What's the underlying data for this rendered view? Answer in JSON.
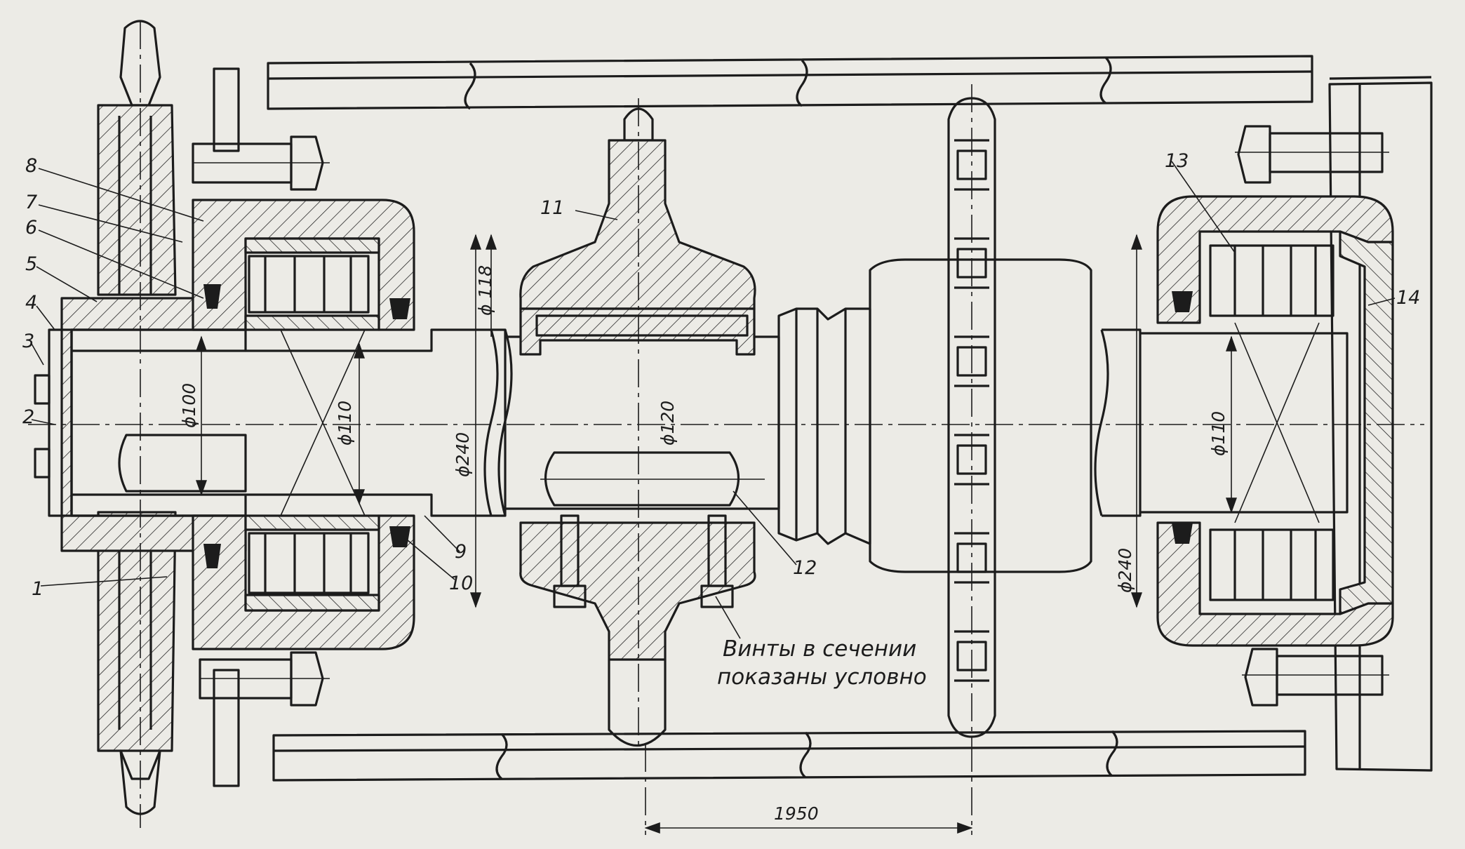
{
  "drawing": {
    "part_labels": [
      "1",
      "2",
      "3",
      "4",
      "5",
      "6",
      "7",
      "8",
      "9",
      "10",
      "11",
      "12",
      "13",
      "14"
    ],
    "dimensions": {
      "d100": "ϕ100",
      "d110_left": "ϕ110",
      "d240_shaft": "ϕ240",
      "d118": "ϕ 118",
      "d120": "ϕ120",
      "d110_right": "ϕ110",
      "d240_right": "ϕ240",
      "span": "1950"
    },
    "note": {
      "line1": "Винты в сечении",
      "line2": "показаны условно"
    }
  }
}
